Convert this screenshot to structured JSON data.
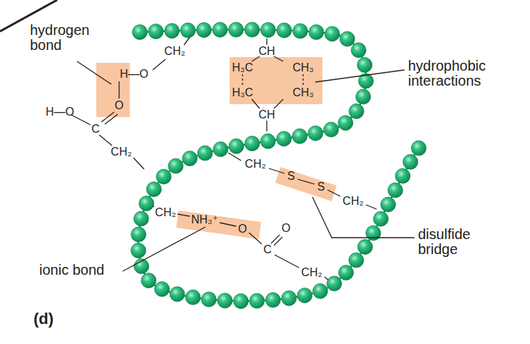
{
  "diagram": {
    "labels": [
      "hydrogen bond",
      "H—O",
      "CH₂",
      "O",
      "H—O",
      "C",
      "CH₂",
      "CH",
      "H₃C",
      "CH₃",
      "H₃C",
      "CH₃",
      "CH",
      "hydrophobic interactions",
      "CH₂",
      "S",
      "S",
      "CH₂",
      "disulfide bridge",
      "CH₂",
      "NH₃⁺",
      "O",
      "C",
      "O",
      "CH₂",
      "ionic bond",
      "(d)"
    ]
  }
}
